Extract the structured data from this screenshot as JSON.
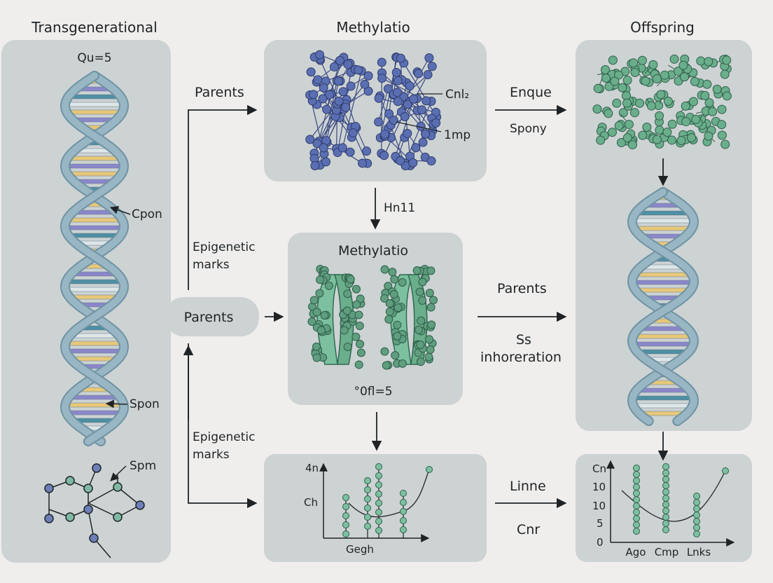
{
  "titles": {
    "left": "Transgenerational",
    "center": "Methylatio",
    "right": "Offspring"
  },
  "left_panel": {
    "top_label": "Qu=5",
    "callout_1": "Cpon",
    "callout_2": "Spon",
    "callout_3": "Spm"
  },
  "center_top": {
    "label_1": "Cnl₂",
    "label_2": "1mp"
  },
  "center_mid": {
    "title": "Methylatio",
    "bottom_label": "°0fl=5"
  },
  "center_bottom": {
    "y_tick": "4n",
    "y_label": "Ch",
    "x_label": "Gegh"
  },
  "right_bottom": {
    "y_ticks": [
      "Cn",
      "10",
      "10",
      "5",
      "0"
    ],
    "x_ticks": [
      "Ago",
      "Cmp",
      "Lnks"
    ]
  },
  "connectors": {
    "parents_box": "Parents",
    "parents_top": "Parents",
    "epi_1": [
      "Epigenetic",
      "marks"
    ],
    "epi_2": [
      "Epigenetic",
      "marks"
    ],
    "hn": "Hn11",
    "enque": "Enque",
    "spony": "Spony",
    "parents_right": "Parents",
    "ss": "Ss",
    "inhoreration": "inhoreration",
    "linne": "Linne",
    "cnr": "Cnr"
  },
  "colors": {
    "background": "#efeeec",
    "panel": "#cdd2d3",
    "helix": "#98b6c4",
    "blue_molecule": "#5a6fb2",
    "green_molecule": "#6aae8b",
    "arrow": "#1f2326"
  }
}
